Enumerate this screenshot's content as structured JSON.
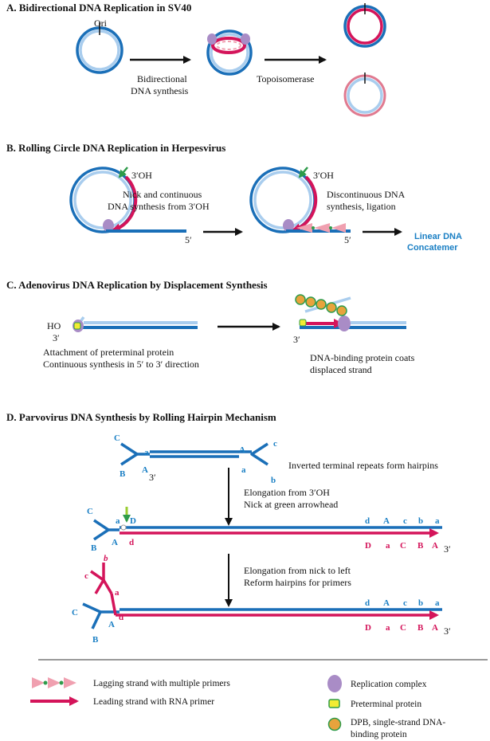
{
  "sections": {
    "a": {
      "title": "A.  Bidirectional DNA Replication in SV40",
      "ori": "Ori",
      "step1_line1": "Bidirectional",
      "step1_line2": "DNA synthesis",
      "step2": "Topoisomerase"
    },
    "b": {
      "title": "B.  Rolling Circle DNA Replication in Herpesvirus",
      "oh_left": "3′OH",
      "oh_right": "3′OH",
      "step1_line1": "Nick and continuous",
      "step1_line2": "DNA synthesis from 3′OH",
      "step2_line1": "Discontinuous DNA",
      "step2_line2": "synthesis, ligation",
      "end_left": "5′",
      "end_right": "5′",
      "product_line1": "Linear DNA",
      "product_line2": "Concatemer"
    },
    "c": {
      "title": "C.  Adenovirus DNA Replication by Displacement Synthesis",
      "ho": "HO",
      "end_left": "3′",
      "end_right": "3′",
      "caption_left_line1": "Attachment of preterminal protein",
      "caption_left_line2": "Continuous synthesis in 5′ to 3′ direction",
      "caption_right_line1": "DNA-binding protein coats",
      "caption_right_line2": "displaced strand"
    },
    "d": {
      "title": "D.  Parvovirus DNA Synthesis by Rolling Hairpin Mechanism",
      "hairpin_caption": "Inverted terminal  repeats form hairpins",
      "step1_line1": "Elongation from 3′OH",
      "step1_line2": "Nick at green arrowhead",
      "step2_line1": "Elongation from nick to left",
      "step2_line2": "Reform hairpins for primers",
      "end_3": "3′",
      "letters": {
        "C": "C",
        "a": "a",
        "B": "B",
        "A": "A",
        "c": "c",
        "b": "b",
        "d": "d",
        "D": "D"
      }
    }
  },
  "legend": {
    "lagging": "Lagging strand with multiple primers",
    "leading": "Leading strand with RNA primer",
    "replication_complex": "Replication complex",
    "preterminal": "Preterminal protein",
    "dpb_line1": "DPB, single-strand DNA-",
    "dpb_line2": "binding protein"
  },
  "colors": {
    "dark_blue": "#1a6fb8",
    "light_blue": "#a9cdee",
    "red": "#d4145a",
    "pink": "#f0a0b0",
    "purple": "#a98cc6",
    "orange": "#e8a33d",
    "green": "#2e9b4a",
    "yellow": "#f2ec32"
  }
}
